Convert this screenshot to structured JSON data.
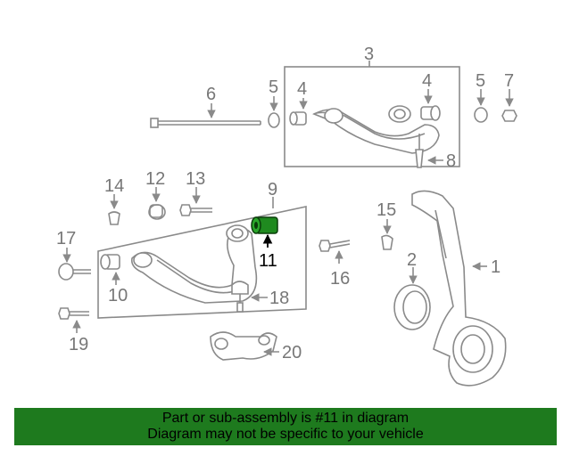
{
  "callouts": {
    "c1": "1",
    "c2": "2",
    "c3": "3",
    "c4a": "4",
    "c4b": "4",
    "c5a": "5",
    "c5b": "5",
    "c6": "6",
    "c7": "7",
    "c8": "8",
    "c9": "9",
    "c10": "10",
    "c11": "11",
    "c12": "12",
    "c13": "13",
    "c14": "14",
    "c15": "15",
    "c16": "16",
    "c17": "17",
    "c18": "18",
    "c19": "19",
    "c20": "20"
  },
  "colors": {
    "highlight_part": "#1f8a1f",
    "banner_bg": "#1e7a1e",
    "line": "#8a8a8a"
  },
  "banner": {
    "line1": "Part or sub-assembly is #11 in diagram",
    "line2": "Diagram may not be specific to your vehicle"
  }
}
